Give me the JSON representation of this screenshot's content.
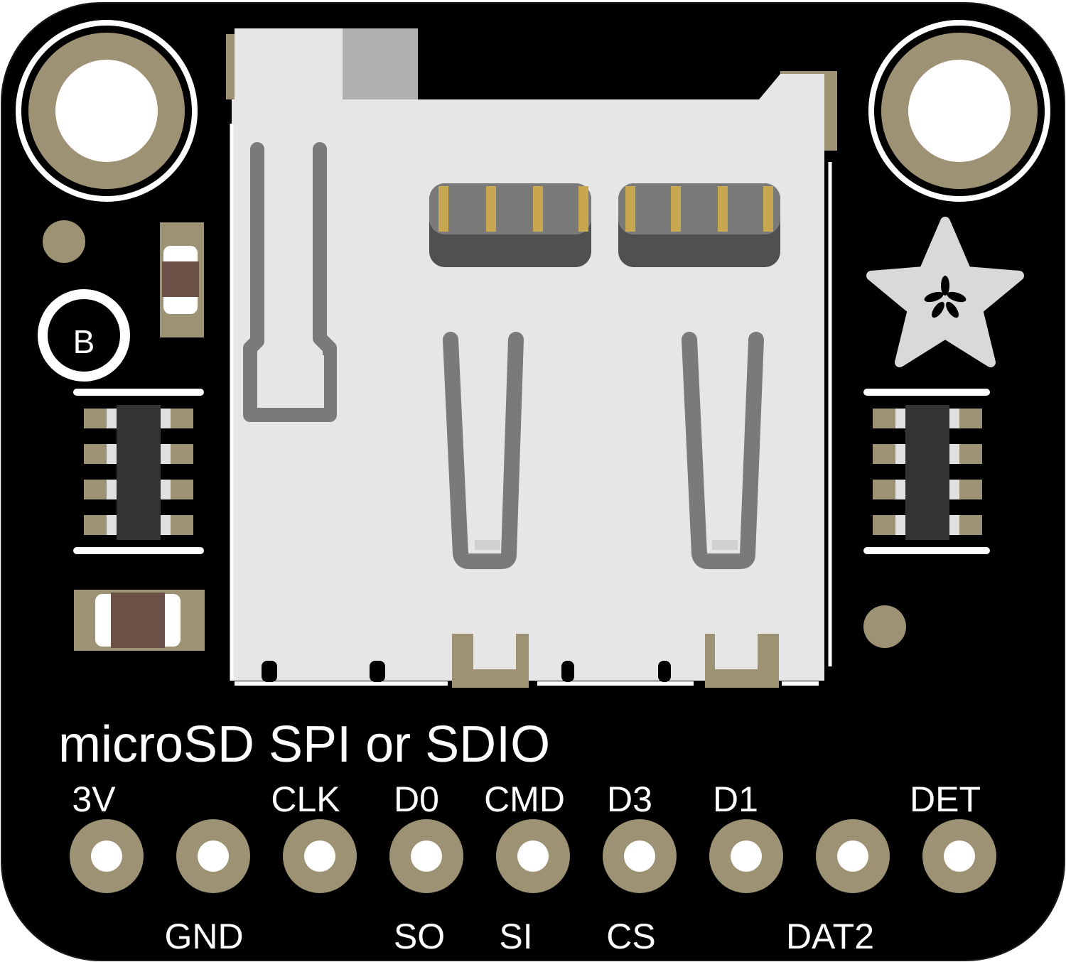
{
  "board": {
    "title": "microSD SPI or SDIO",
    "jumper_label": "B",
    "colors": {
      "pcb": "#000000",
      "copper": "#9d9273",
      "silkscreen": "#ffffff",
      "socket_metal": "#e6e6e6",
      "contact_gray": "#7a7a7a",
      "component_brown": "#6b5148"
    },
    "icons": [
      "mounting-hole-icon",
      "adafruit-flower-logo-icon"
    ]
  },
  "pins": {
    "top_labels": [
      "3V",
      "",
      "CLK",
      "D0",
      "CMD",
      "D3",
      "D1",
      "",
      "DET"
    ],
    "bottom_labels": [
      "",
      "GND",
      "",
      "SO",
      "SI",
      "CS",
      "",
      "DAT2",
      ""
    ]
  }
}
